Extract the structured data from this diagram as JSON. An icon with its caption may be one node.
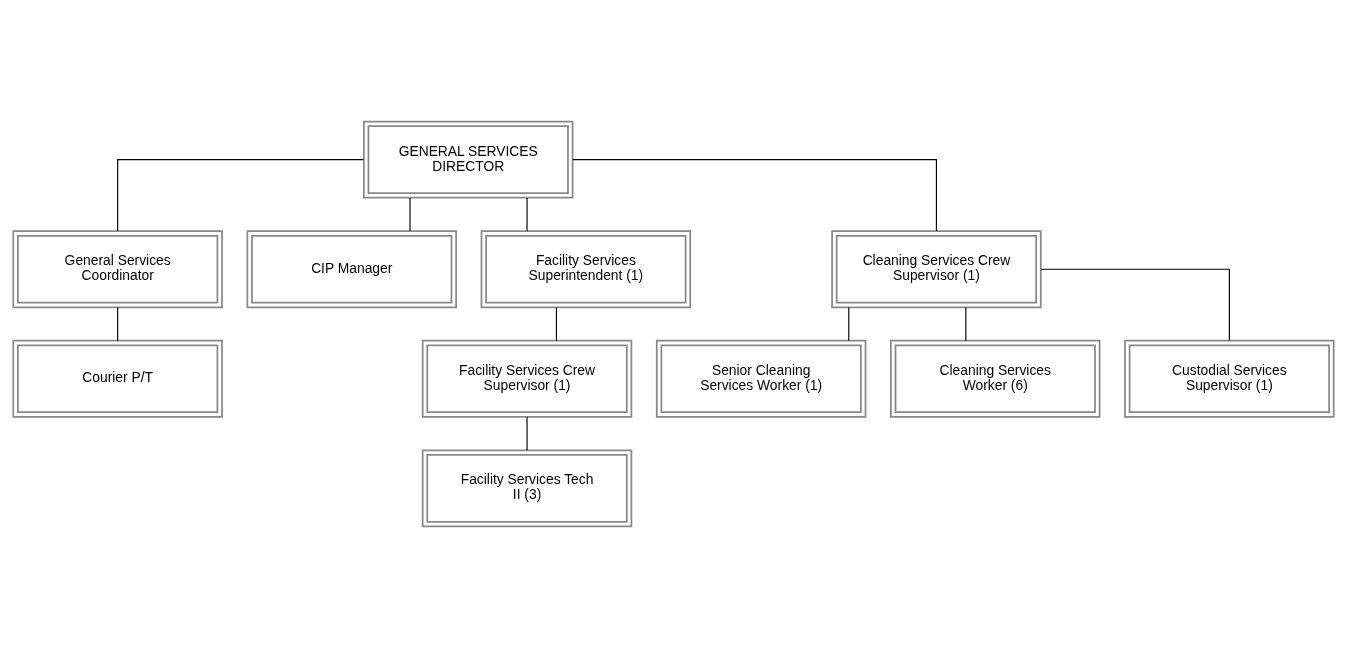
{
  "diagram": {
    "nodes": [
      {
        "text": [
          "GENERAL SERVICES DIRECTOR"
        ]
      },
      {
        "text": [
          "General Services Coordinator"
        ]
      },
      {
        "text": [
          "CIP Manager"
        ]
      },
      {
        "text": [
          "Courier P/T"
        ]
      },
      {
        "text": [
          "Facility Services Superintendent (1)"
        ]
      },
      {
        "text": [
          "Cleaning Services Crew Supervisor (1)"
        ]
      },
      {
        "text": [
          "Facility Services Crew Supervisor (1)"
        ]
      },
      {
        "text": [
          "Facility Services Tech II (3)"
        ]
      },
      {
        "text": [
          "Senior Cleaning Services Worker (1)"
        ]
      },
      {
        "text": [
          "Cleaning Services Worker (6)"
        ]
      },
      {
        "text": [
          "Custodial Services Supervisor (1)"
        ]
      }
    ],
    "edges": [
      {
        "from": 0,
        "to": 1,
        "arrow": "none"
      },
      {
        "from": 0,
        "to": 2,
        "arrow": "none"
      },
      {
        "from": 1,
        "to": 3,
        "arrow": "none"
      },
      {
        "from": 0,
        "to": 4,
        "arrow": "none"
      },
      {
        "from": 0,
        "to": 5,
        "arrow": "none"
      },
      {
        "from": 4,
        "to": 6,
        "arrow": "none"
      },
      {
        "from": 6,
        "to": 7,
        "arrow": "none"
      },
      {
        "from": 5,
        "to": 8,
        "arrow": "none"
      },
      {
        "from": 5,
        "to": 9,
        "arrow": "none"
      },
      {
        "from": 5,
        "to": 10,
        "arrow": "none"
      }
    ]
  }
}
